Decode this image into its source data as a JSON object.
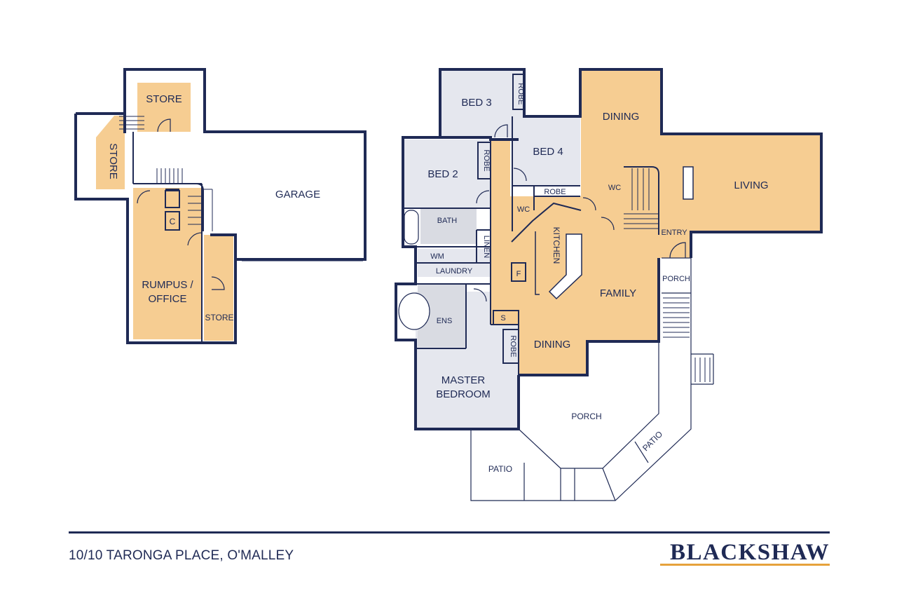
{
  "colors": {
    "wall": "#1f2a55",
    "living_fill": "#f6cd92",
    "bedroom_fill": "#e5e7ee",
    "garage_fill": "#ffffff",
    "accent": "#e6a23c"
  },
  "lower_level": {
    "store_top": "STORE",
    "store_left": "STORE",
    "garage": "GARAGE",
    "c": "C",
    "rumpus_line1": "RUMPUS /",
    "rumpus_line2": "OFFICE",
    "store_small": "STORE"
  },
  "main_level": {
    "bed3": "BED 3",
    "robe1": "ROBE",
    "bed4": "BED 4",
    "dining_top": "DINING",
    "bed2": "BED 2",
    "robe2": "ROBE",
    "robe3": "ROBE",
    "wc1": "WC",
    "wc2": "WC",
    "living": "LIVING",
    "bath": "BATH",
    "kitchen": "KITCHEN",
    "linen": "LINEN",
    "entry": "ENTRY",
    "wm": "WM",
    "laundry": "LAUNDRY",
    "f": "F",
    "porch_small": "PORCH",
    "family": "FAMILY",
    "ens": "ENS",
    "s": "S",
    "dining_bottom": "DINING",
    "robe4": "ROBE",
    "master_line1": "MASTER",
    "master_line2": "BEDROOM",
    "porch": "PORCH",
    "patio_left": "PATIO",
    "patio_right": "PATIO"
  },
  "footer": {
    "address": "10/10 TARONGA PLACE, O'MALLEY",
    "brand": "BLACKSHAW"
  }
}
